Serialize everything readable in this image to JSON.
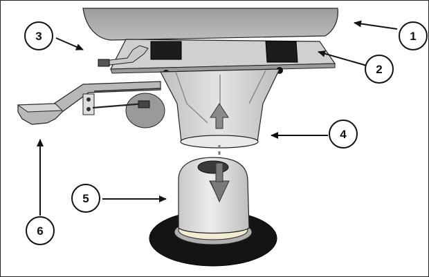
{
  "diagram": {
    "callouts": [
      {
        "id": "1",
        "label": "1"
      },
      {
        "id": "2",
        "label": "2"
      },
      {
        "id": "3",
        "label": "3"
      },
      {
        "id": "4",
        "label": "4"
      },
      {
        "id": "5",
        "label": "5"
      },
      {
        "id": "6",
        "label": "6"
      }
    ]
  },
  "colors": {
    "outline": "#111111",
    "seat": "#a9a9a9",
    "metal_light": "#dcdcdc",
    "metal_mid": "#c4c4c4",
    "dark": "#1a1a1a",
    "arrow_fill": "#8a8a8a",
    "ring": "#f0ecd8"
  }
}
